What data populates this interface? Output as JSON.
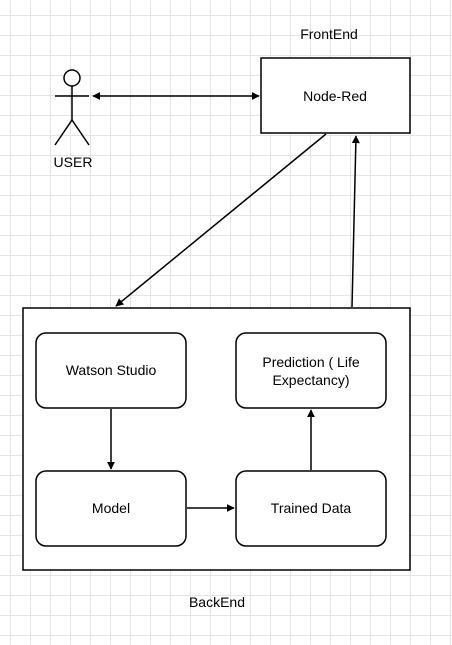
{
  "labels": {
    "frontend": "FrontEnd",
    "backend": "BackEnd",
    "user": "USER"
  },
  "nodes": {
    "node_red": "Node-Red",
    "watson_studio": "Watson Studio",
    "model": "Model",
    "trained_data": "Trained Data",
    "prediction_line1": "Prediction ( Life",
    "prediction_line2": "Expectancy)"
  },
  "colors": {
    "stroke": "#000000",
    "fill": "#ffffff",
    "grid": "#e4e4e4"
  }
}
